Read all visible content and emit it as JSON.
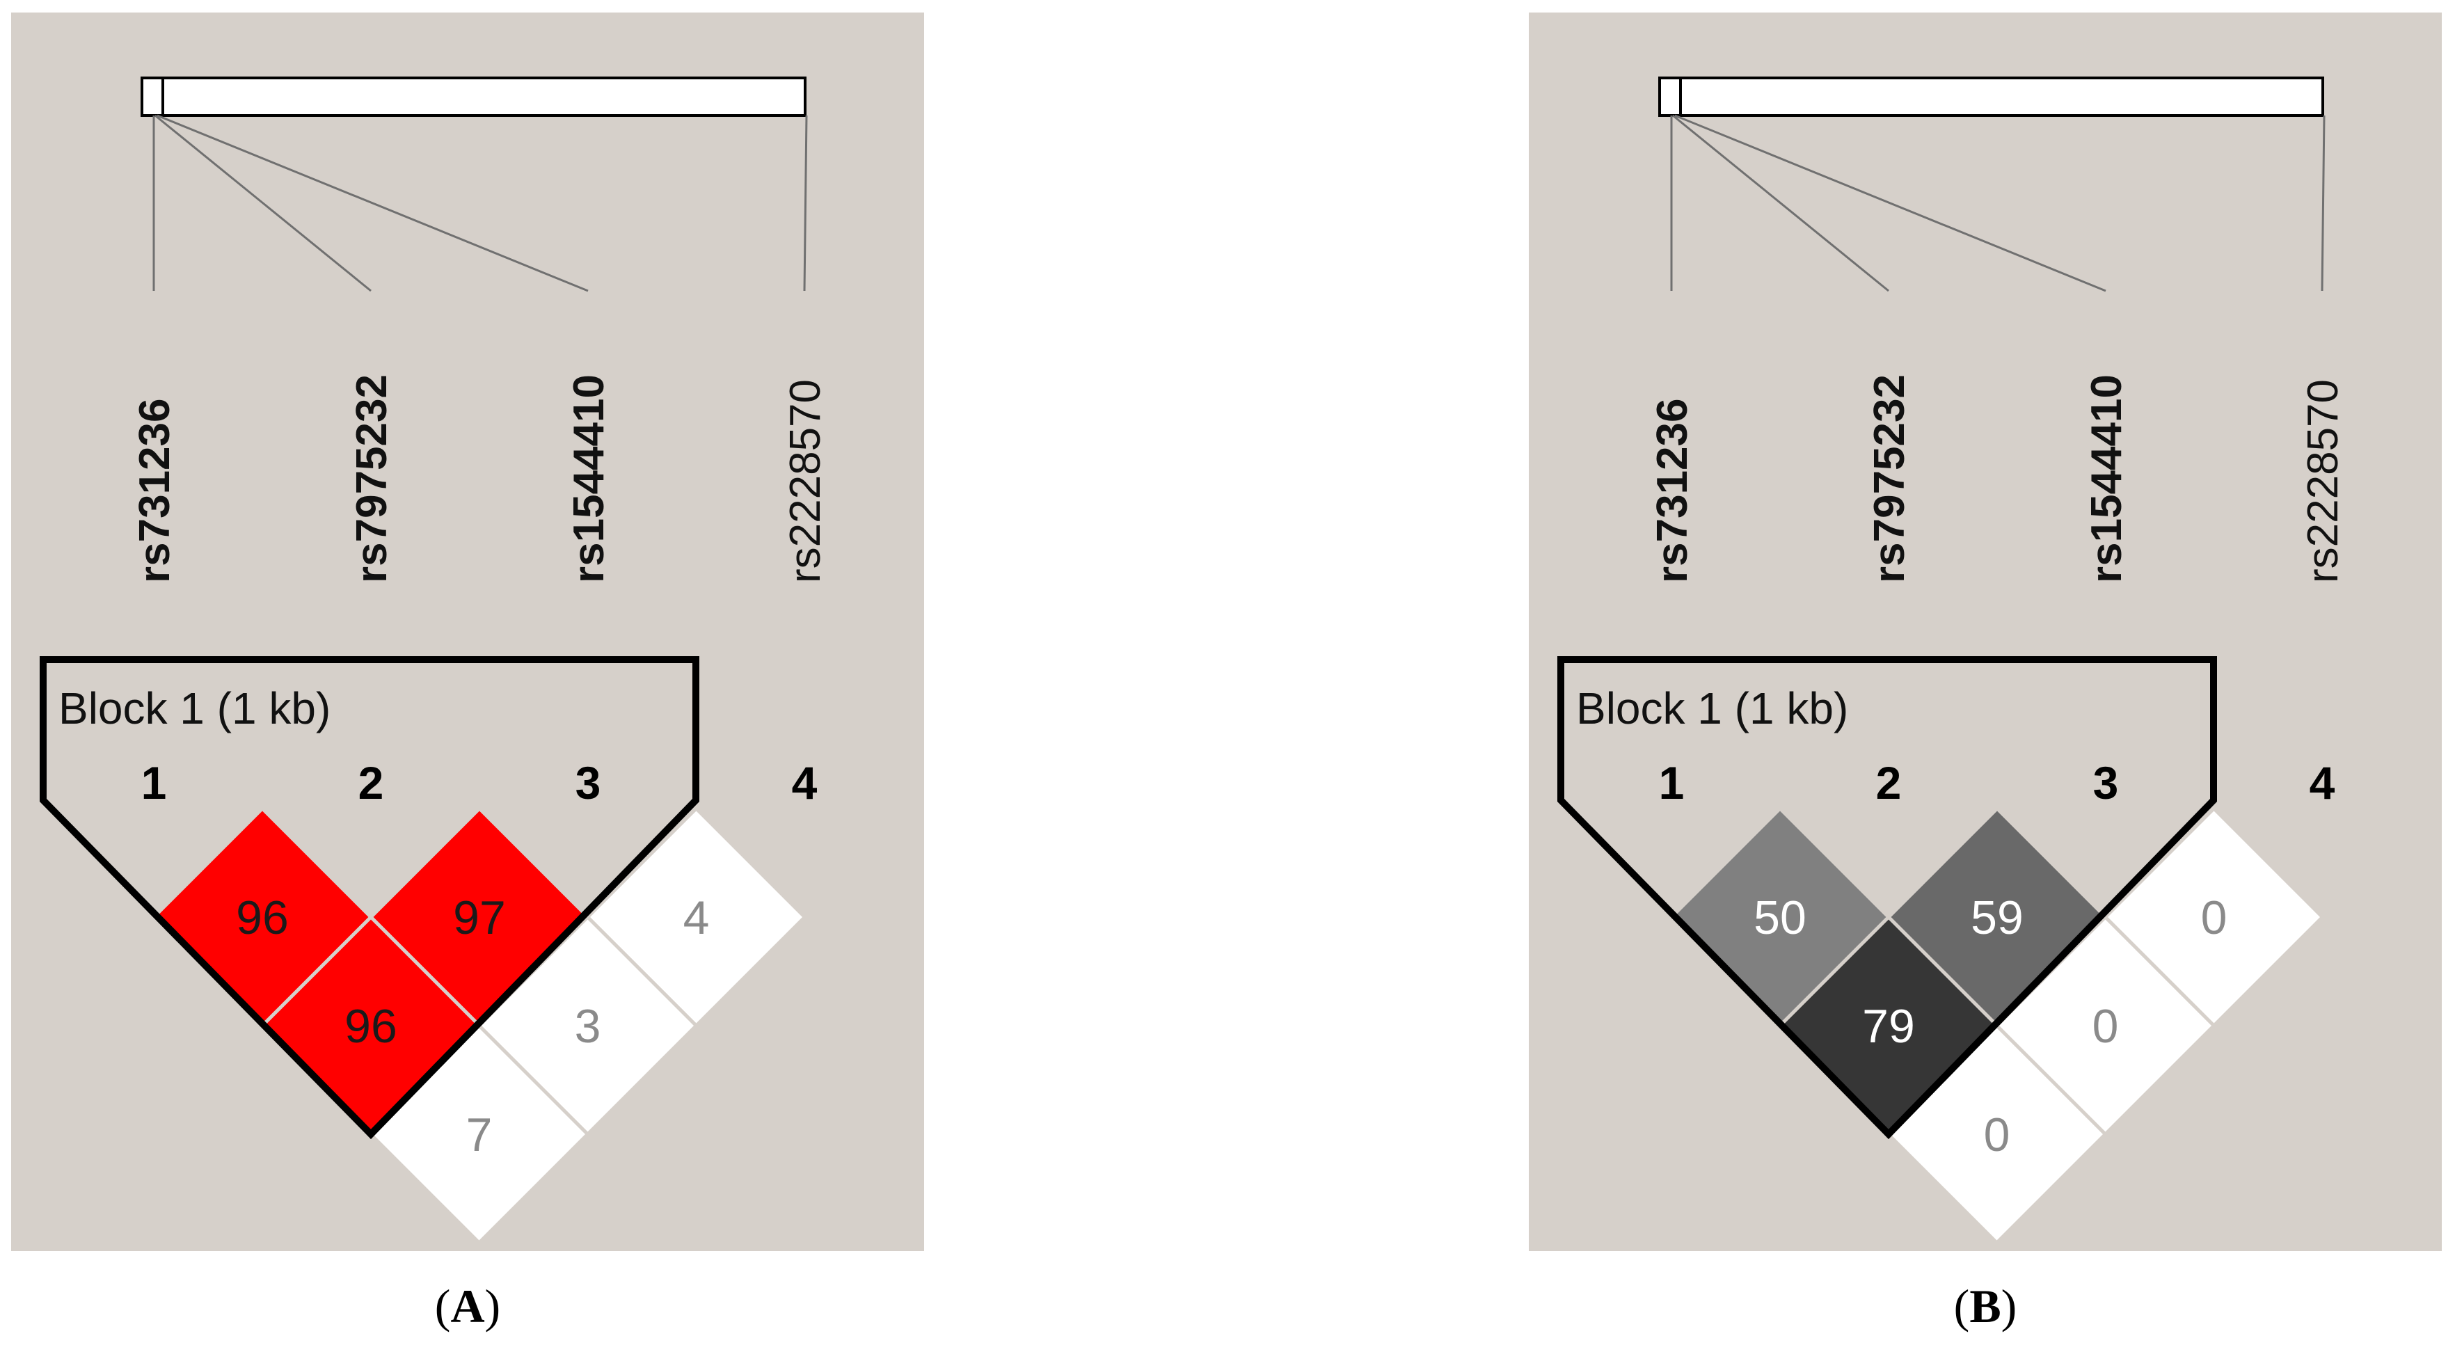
{
  "panels": [
    {
      "id": "A",
      "caption_letter": "A",
      "block_label": "Block 1 (1 kb)",
      "snps": [
        {
          "name": "rs731236",
          "index": "1",
          "bold": true
        },
        {
          "name": "rs7975232",
          "index": "2",
          "bold": true
        },
        {
          "name": "rs1544410",
          "index": "3",
          "bold": true
        },
        {
          "name": "rs2228570",
          "index": "4",
          "bold": false
        }
      ],
      "ld_cells": [
        {
          "pair": "1-2",
          "value": "96",
          "fill": "#ff0000",
          "text_color": "#1a1a1a"
        },
        {
          "pair": "2-3",
          "value": "97",
          "fill": "#ff0000",
          "text_color": "#1a1a1a"
        },
        {
          "pair": "3-4",
          "value": "4",
          "fill": "#ffffff",
          "text_color": "#8a8a8a"
        },
        {
          "pair": "1-3",
          "value": "96",
          "fill": "#ff0000",
          "text_color": "#1a1a1a"
        },
        {
          "pair": "2-4",
          "value": "3",
          "fill": "#ffffff",
          "text_color": "#8a8a8a"
        },
        {
          "pair": "1-4",
          "value": "7",
          "fill": "#ffffff",
          "text_color": "#8a8a8a"
        }
      ]
    },
    {
      "id": "B",
      "caption_letter": "B",
      "block_label": "Block 1 (1 kb)",
      "snps": [
        {
          "name": "rs731236",
          "index": "1",
          "bold": true
        },
        {
          "name": "rs7975232",
          "index": "2",
          "bold": true
        },
        {
          "name": "rs1544410",
          "index": "3",
          "bold": true
        },
        {
          "name": "rs2228570",
          "index": "4",
          "bold": false
        }
      ],
      "ld_cells": [
        {
          "pair": "1-2",
          "value": "50",
          "fill": "#808080",
          "text_color": "#ffffff"
        },
        {
          "pair": "2-3",
          "value": "59",
          "fill": "#696969",
          "text_color": "#ffffff"
        },
        {
          "pair": "3-4",
          "value": "0",
          "fill": "#ffffff",
          "text_color": "#8a8a8a"
        },
        {
          "pair": "1-3",
          "value": "79",
          "fill": "#363636",
          "text_color": "#ffffff"
        },
        {
          "pair": "2-4",
          "value": "0",
          "fill": "#ffffff",
          "text_color": "#8a8a8a"
        },
        {
          "pair": "1-4",
          "value": "0",
          "fill": "#ffffff",
          "text_color": "#8a8a8a"
        }
      ]
    }
  ],
  "colors": {
    "panel_background": "#d6d0ca",
    "block_outline": "#000000",
    "cell_border": "#d6d0ca"
  }
}
